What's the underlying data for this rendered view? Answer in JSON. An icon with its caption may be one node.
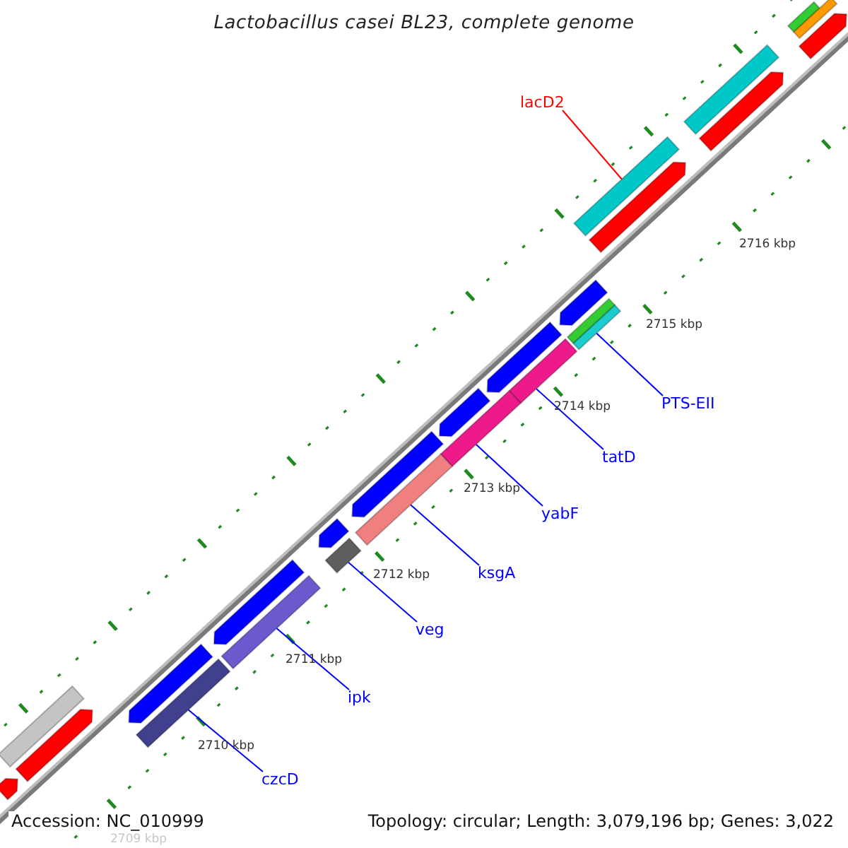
{
  "diagram": {
    "title": "Lactobacillus casei BL23, complete genome",
    "nodes": [
      {
        "text": [
          "lacD2"
        ]
      },
      {
        "text": [],
        "shape": "bar"
      },
      {
        "text": [
          "PTS-EII"
        ]
      },
      {
        "text": [],
        "shape": "bar"
      },
      {
        "text": [
          "tatD"
        ]
      },
      {
        "text": [],
        "shape": "bar"
      },
      {
        "text": [
          "yabF"
        ]
      },
      {
        "text": [],
        "shape": "bar"
      },
      {
        "text": [
          "ksgA"
        ]
      },
      {
        "text": [],
        "shape": "bar"
      },
      {
        "text": [
          "veg"
        ]
      },
      {
        "text": [],
        "shape": "bar"
      },
      {
        "text": [
          "ipk"
        ]
      },
      {
        "text": [],
        "shape": "bar"
      },
      {
        "text": [
          "czcD"
        ]
      },
      {
        "text": [],
        "shape": "bar"
      },
      {
        "text": [],
        "shape": "bar"
      },
      {
        "text": [],
        "shape": "bar"
      },
      {
        "text": [],
        "shape": "bar"
      },
      {
        "text": [],
        "shape": "bar"
      },
      {
        "text": [],
        "shape": "bar"
      },
      {
        "text": [],
        "shape": "bar"
      },
      {
        "text": [],
        "shape": "bar"
      },
      {
        "text": [],
        "shape": "bar"
      },
      {
        "text": [],
        "shape": "bar"
      },
      {
        "text": [],
        "shape": "bar"
      },
      {
        "text": [],
        "shape": "bar"
      },
      {
        "text": [],
        "shape": "bar"
      },
      {
        "text": [],
        "shape": "bar"
      },
      {
        "text": [],
        "shape": "bar"
      },
      {
        "text": [],
        "shape": "bar"
      },
      {
        "text": [],
        "shape": "bar"
      },
      {
        "text": [],
        "shape": "bar"
      }
    ],
    "edges": [
      {
        "from": 0,
        "to": 1,
        "arrow": "none",
        "color": "#ff0000"
      },
      {
        "from": 2,
        "to": 3,
        "arrow": "none"
      },
      {
        "from": 4,
        "to": 5,
        "arrow": "none"
      },
      {
        "from": 6,
        "to": 7,
        "arrow": "none"
      },
      {
        "from": 8,
        "to": 9,
        "arrow": "none"
      },
      {
        "from": 10,
        "to": 11,
        "arrow": "none"
      },
      {
        "from": 12,
        "to": 13,
        "arrow": "none"
      },
      {
        "from": 14,
        "to": 15,
        "arrow": "none"
      }
    ],
    "labels": [
      "2716 kbp",
      "2715 kbp",
      "2714 kbp",
      "2713 kbp",
      "2712 kbp",
      "2711 kbp",
      "2710 kbp",
      "2709 kbp",
      "Accession: NC_010999",
      "Topology: circular; Length: 3,079,196 bp; Genes: 3,022"
    ]
  }
}
